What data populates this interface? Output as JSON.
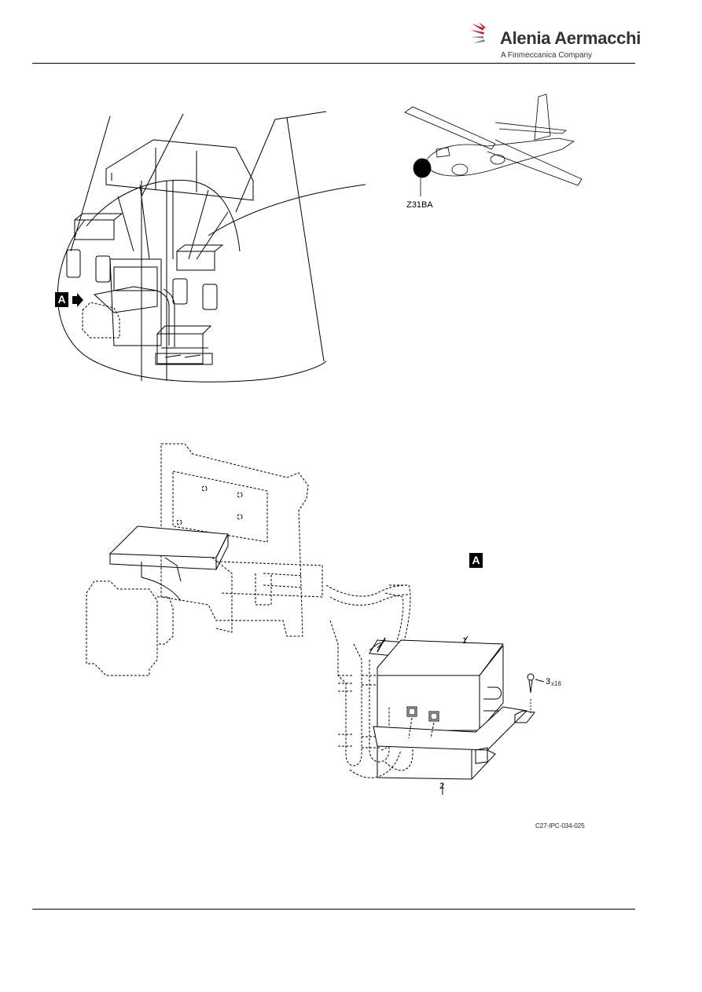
{
  "header": {
    "brand_name": "Alenia Aermacchi",
    "brand_sub": "A Finmeccanica Company",
    "brand_color": "#c0282d"
  },
  "figure": {
    "zone_label": "Z31BA",
    "detail_tag": "A",
    "callouts": {
      "item1": "1",
      "item2": "2",
      "item3": "3",
      "item3_qty": "x16"
    },
    "figure_ref": "C27-IPC-034-025"
  }
}
